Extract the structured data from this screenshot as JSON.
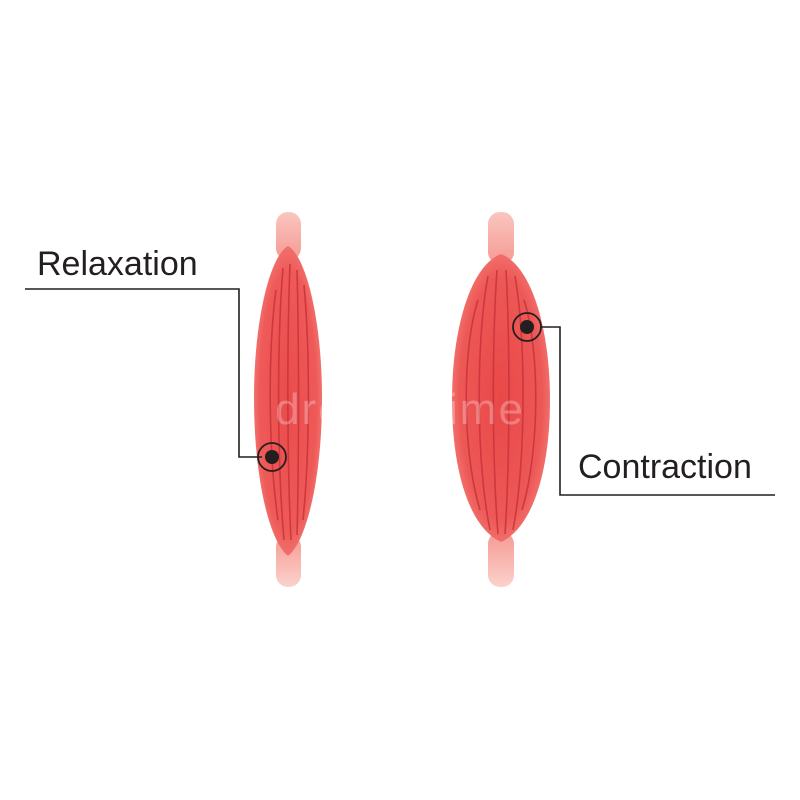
{
  "labels": {
    "relaxation": "Relaxation",
    "contraction": "Contraction"
  },
  "watermark": "dreamstime",
  "colors": {
    "muscle_core": "#ea4a4a",
    "muscle_edge": "#f47a78",
    "fiber": "#c7333a",
    "tendon": "#f9c3bc",
    "leader_line": "#231f20"
  }
}
